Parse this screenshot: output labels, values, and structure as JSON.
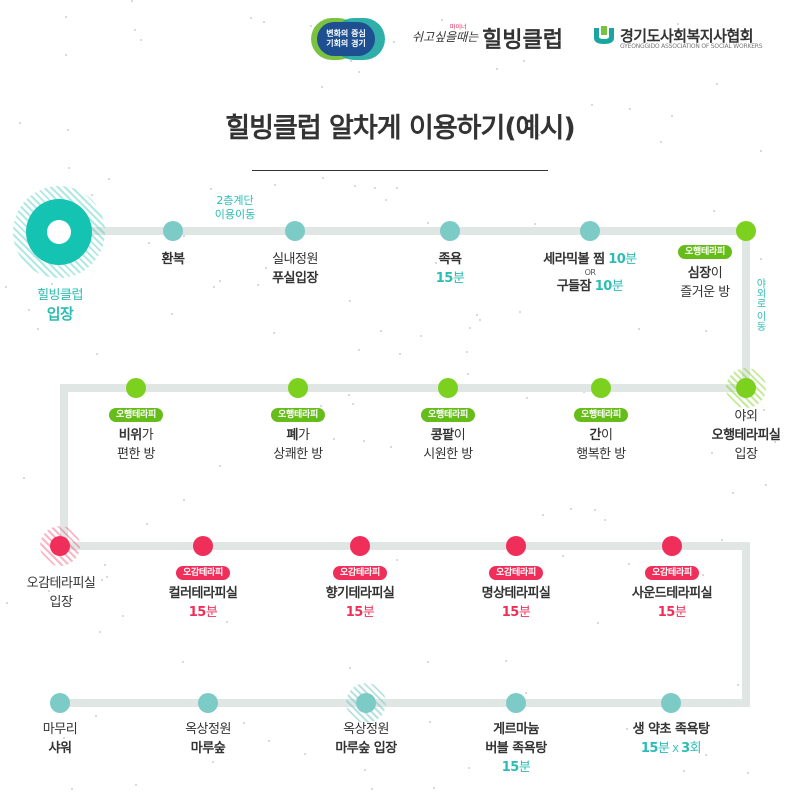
{
  "header": {
    "badge_line1": "변화의 중심",
    "badge_line2": "기회의 경기",
    "healing_tiny": "마이너",
    "healing_script": "쉬고싶을때는",
    "healing_name": "힐빙클럽",
    "assoc_name": "경기도사회복지사협회",
    "assoc_sub": "GYEONGGIDO ASSOCIATION OF SOCIAL WORKERS"
  },
  "title": "힐빙클럽 알차게 이용하기(예시)",
  "annotations": {
    "stairs_line1": "2층계단",
    "stairs_line2": "이용이동",
    "outdoor_move": "야외로 이동"
  },
  "steps": {
    "entry": {
      "l1": "힐빙클럽",
      "l2": "입장"
    },
    "s1": {
      "l1": "환복"
    },
    "s2": {
      "l1": "실내정원",
      "l2": "푸실입장"
    },
    "s3": {
      "l1": "족욕",
      "num": "15",
      "unit": "분"
    },
    "s4": {
      "l1a": "세라믹볼 찜",
      "num1": "10",
      "unit1": "분",
      "or": "OR",
      "l2a": "구들잠",
      "num2": "10",
      "unit2": "분"
    },
    "s5": {
      "tag": "오행테라피",
      "bold": "심장",
      "rest": "이",
      "l2": "즐거운 방"
    },
    "s6": {
      "l1": "야외",
      "l2": "오행테라피실",
      "l3": "입장"
    },
    "s7": {
      "tag": "오행테라피",
      "bold": "간",
      "rest": "이",
      "l2": "행복한 방"
    },
    "s8": {
      "tag": "오행테라피",
      "bold": "콩팥",
      "rest": "이",
      "l2": "시원한 방"
    },
    "s9": {
      "tag": "오행테라피",
      "bold": "폐",
      "rest": "가",
      "l2": "상쾌한 방"
    },
    "s10": {
      "tag": "오행테라피",
      "bold": "비위",
      "rest": "가",
      "l2": "편한 방"
    },
    "s11": {
      "l1": "오감테라피실",
      "l2": "입장"
    },
    "s12": {
      "tag": "오감테라피",
      "l1": "컬러테라피실",
      "num": "15",
      "unit": "분"
    },
    "s13": {
      "tag": "오감테라피",
      "l1": "향기테라피실",
      "num": "15",
      "unit": "분"
    },
    "s14": {
      "tag": "오감테라피",
      "l1": "명상테라피실",
      "num": "15",
      "unit": "분"
    },
    "s15": {
      "tag": "오감테라피",
      "l1": "사운드테라피실",
      "num": "15",
      "unit": "분"
    },
    "s16": {
      "l1": "생 약초 족욕탕",
      "num1": "15",
      "unit1": "분",
      "x": " X ",
      "num2": "3",
      "unit2": "회"
    },
    "s17": {
      "l1": "게르마늄",
      "l2": "버블 족욕탕",
      "num": "15",
      "unit": "분"
    },
    "s18": {
      "l1": "옥상정원",
      "l2": "마루숲 입장"
    },
    "s19": {
      "l1": "옥상정원",
      "l2": "마루숲"
    },
    "s20": {
      "l1": "마무리",
      "l2": "샤워"
    }
  },
  "colors": {
    "teal": "#15c3b3",
    "green": "#7bd11e",
    "red": "#ef2f5a",
    "track": "#dfe6e4"
  }
}
